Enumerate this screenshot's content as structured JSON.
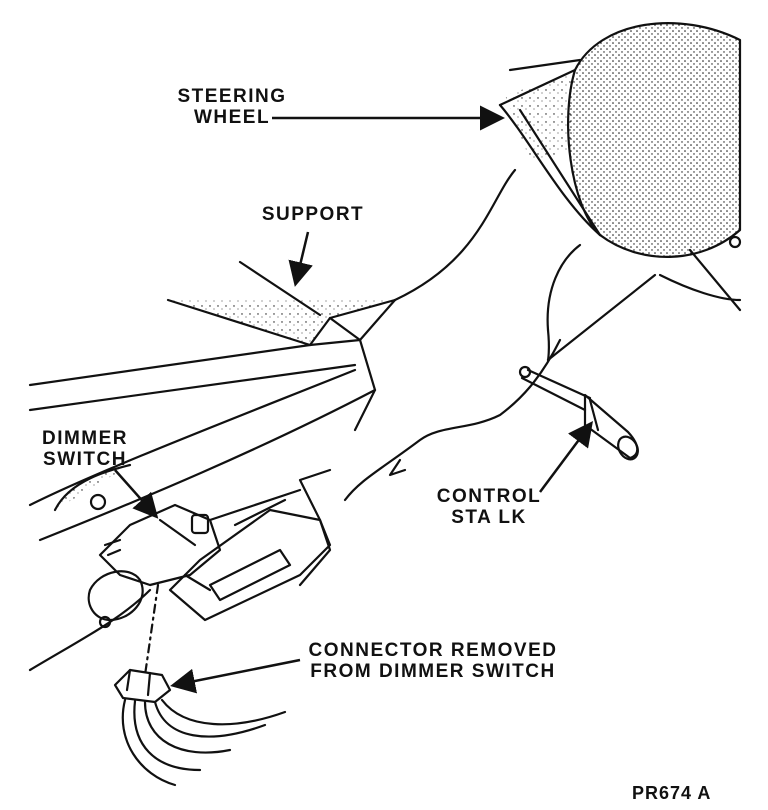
{
  "labels": {
    "steering_wheel": [
      "STEERING",
      "WHEEL"
    ],
    "support": "SUPPORT",
    "dimmer_switch": [
      "DIMMER",
      "SWITCH"
    ],
    "control_stalk": [
      "CONTROL",
      "STA LK"
    ],
    "connector": [
      "CONNECTOR REMOVED",
      "FROM DIMMER SWITCH"
    ],
    "figure_code": "PR674 A"
  },
  "colors": {
    "ink": "#111111",
    "background": "#ffffff"
  }
}
